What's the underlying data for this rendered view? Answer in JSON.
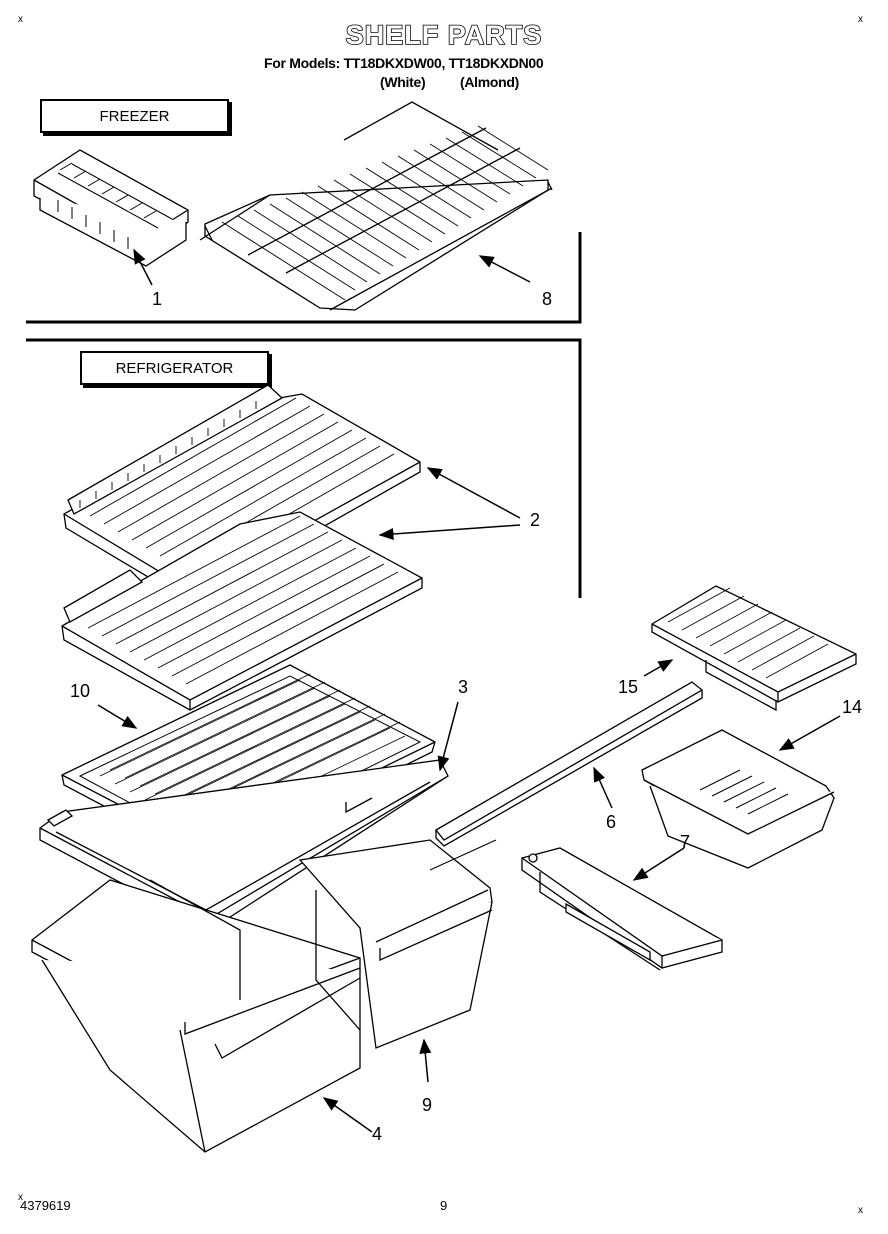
{
  "header": {
    "title": "SHELF PARTS",
    "models_line": "For Models: TT18DKXDW00, TT18DKXDN00",
    "color_white": "(White)",
    "color_almond": "(Almond)"
  },
  "sections": {
    "freezer": "FREEZER",
    "refrigerator": "REFRIGERATOR"
  },
  "callouts": {
    "c1": "1",
    "c2": "2",
    "c3": "3",
    "c4": "4",
    "c6": "6",
    "c7": "7",
    "c8": "8",
    "c9": "9",
    "c10": "10",
    "c14": "14",
    "c15": "15"
  },
  "parts": [
    "ice-cube-tray",
    "freezer-wire-shelf",
    "refrigerator-wire-shelf",
    "crisper-cover-frame",
    "crisper-pan",
    "crisper-divider-rail",
    "rail-bracket",
    "small-crisper-pan",
    "crisper-glass-cover",
    "meat-pan",
    "meat-pan-cover"
  ],
  "footer": {
    "part_number": "4379619",
    "page_number": "9"
  },
  "corner_marks": {
    "tl": "x",
    "tr": "x",
    "bl": "x",
    "br": "x"
  }
}
